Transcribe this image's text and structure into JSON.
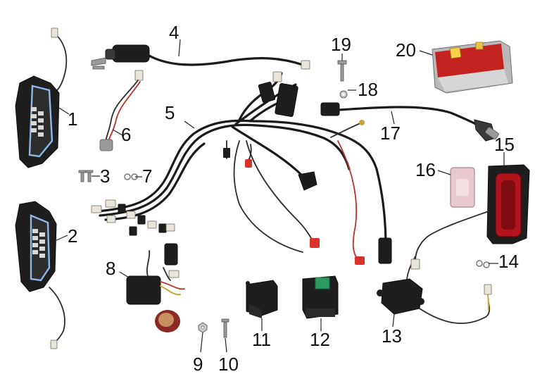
{
  "callouts": {
    "c1": "1",
    "c2": "2",
    "c3": "3",
    "c4": "4",
    "c5": "5",
    "c6": "6",
    "c7": "7",
    "c8": "8",
    "c9": "9",
    "c10": "10",
    "c11": "11",
    "c12": "12",
    "c13": "13",
    "c14": "14",
    "c15": "15",
    "c16": "16",
    "c17": "17",
    "c18": "18",
    "c19": "19",
    "c20": "20"
  },
  "colors": {
    "background": "#ffffff",
    "wire": "#1b1b1b",
    "red_terminal": "#d8332b",
    "cdi_green": "#2e9a63",
    "tail_light_red": "#b3141c",
    "battery_red": "#c4221f",
    "led_blue": "#8fb7ea"
  },
  "icons": {
    "part1": "front-light-left-icon",
    "part2": "front-light-right-icon",
    "part3": "screw-icon",
    "part4": "ignition-switch-icon",
    "part5": "wiring-harness-icon",
    "part6": "sensor-icon",
    "part7": "clip-icon",
    "part8": "alarm-unit-icon",
    "part9": "nut-icon",
    "part10": "bolt-icon",
    "part11": "relay-icon",
    "part12": "cdi-unit-icon",
    "part13": "starter-relay-icon",
    "part14": "clip-icon",
    "part15": "tail-light-icon",
    "part16": "reflector-icon",
    "part17": "battery-cable-icon",
    "part18": "washer-icon",
    "part19": "bolt-icon",
    "part20": "battery-icon"
  }
}
